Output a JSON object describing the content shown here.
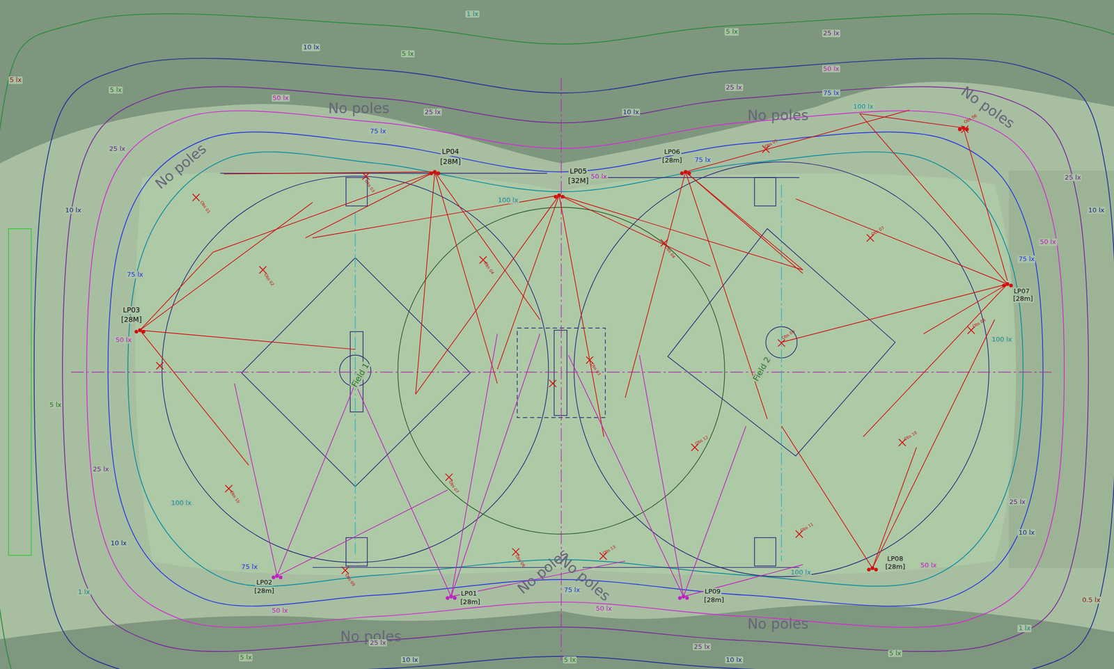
{
  "diagram": {
    "labels": [
      "1 lx",
      "5 lx",
      "25 lx",
      "10 lx",
      "5 lx",
      "5 lx",
      "5 lx",
      "50 lx",
      "25 lx",
      "75 lx",
      "No poles",
      "50 lx",
      "No poles",
      "25 lx",
      "10 lx",
      "No poles",
      "100 lx",
      "75 lx",
      "25 lx",
      "No poles",
      "LP04",
      "[28M]",
      "LP06",
      "[28m]",
      "75 lx",
      "LP05",
      "[32M]",
      "50 lx",
      "25 lx",
      "100 lx",
      "10 lx",
      "10 lx",
      "50 lx",
      "75 lx",
      "75 lx",
      "LP07",
      "[28m]",
      "LP03",
      "[28M]",
      "50 lx",
      "100 lx",
      "Field 1",
      "Field 2",
      "5 lx",
      "25 lx",
      "25 lx",
      "100 lx",
      "10 lx",
      "10 lx",
      "75 lx",
      "LP08",
      "[28m]",
      "50 lx",
      "100 lx",
      "No poles",
      "No poles",
      "LP02",
      "[28m]",
      "75 lx",
      "LP01",
      "[28m]",
      "LP09",
      "[28m]",
      "1 lx",
      "50 lx",
      "50 lx",
      "0.5 lx",
      "No poles",
      "No poles",
      "1 lx",
      "25 lx",
      "25 lx",
      "5 lx",
      "5 lx",
      "10 lx",
      "5 lx",
      "10 lx",
      "Obs 01",
      "Obs 02",
      "Obs 03",
      "Obs 04",
      "Obs 07",
      "Obs 10",
      "Obs 09",
      "Obs 06",
      "Obs 03",
      "Obs 04",
      "Obs 05",
      "Obs 06",
      "Obs 07",
      "Obs 08",
      "Obs 09",
      "Obs 10",
      "Obs 11",
      "Obs 12",
      "Obs 13"
    ]
  }
}
